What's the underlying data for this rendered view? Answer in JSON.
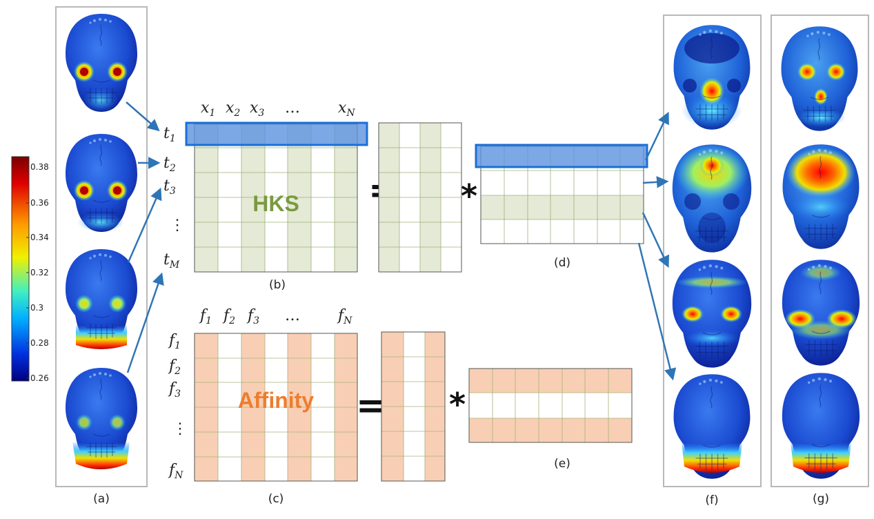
{
  "colorbar": {
    "ticks": [
      "0.38",
      "0.36",
      "0.34",
      "0.32",
      "0.3",
      "0.28",
      "0.26"
    ]
  },
  "colors": {
    "frame": "#b8b8b8",
    "arrow": "#2e75b6",
    "hks_stripe": "#e4ead6",
    "affinity_stripe": "#f8cfb4",
    "grid_line_green": "#9cb07a",
    "grid_line_orange": "#a8b07a",
    "highlight_fill": "#5b92e0",
    "highlight_stroke": "#1a6fd6",
    "hks_text": "#7a9a3e",
    "affinity_text": "#ed7d31",
    "skull_base": "#1c50c8"
  },
  "hks": {
    "label": "HKS",
    "columns": [
      "x",
      "x",
      "x",
      "…",
      "x"
    ],
    "column_subscripts": [
      "1",
      "2",
      "3",
      "",
      "N"
    ],
    "rows": [
      "t",
      "t",
      "t",
      "⋮",
      "t"
    ],
    "row_subscripts": [
      "1",
      "2",
      "3",
      "",
      "M"
    ],
    "equals": "=",
    "times": "*"
  },
  "affinity": {
    "label": "Affinity",
    "columns": [
      "f",
      "f",
      "f",
      "…",
      "f"
    ],
    "column_subscripts": [
      "1",
      "2",
      "3",
      "",
      "N"
    ],
    "rows": [
      "f",
      "f",
      "f",
      "⋮",
      "f"
    ],
    "row_subscripts": [
      "1",
      "2",
      "3",
      "",
      "N"
    ],
    "equals": "=",
    "times": "*"
  },
  "captions": {
    "a": "(a)",
    "b": "(b)",
    "c": "(c)",
    "d": "(d)",
    "e": "(e)",
    "f": "(f)",
    "g": "(g)"
  }
}
